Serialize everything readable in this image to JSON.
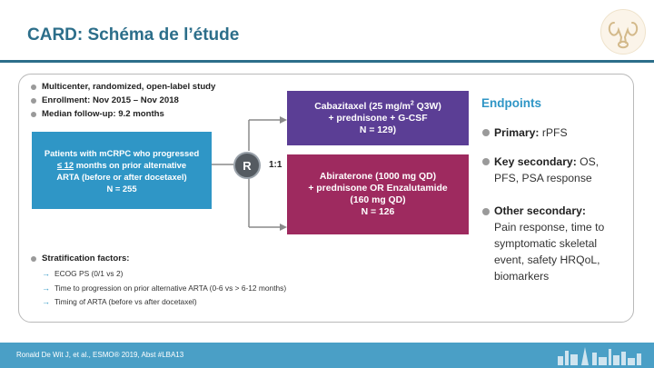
{
  "header": {
    "title": "CARD: Schéma de l’étude"
  },
  "design": {
    "bullets": [
      "Multicenter, randomized, open-label study",
      "Enrollment: Nov 2015 – Nov 2018",
      "Median follow-up: 9.2 months"
    ]
  },
  "population": {
    "line1": "Patients with mCRPC who progressed",
    "line2_prefix": "≤",
    "line2_underlined": " 12",
    "line2_rest": " months on prior alternative",
    "line3": "ARTA (before or after docetaxel)",
    "line4": "N = 255"
  },
  "randomization": {
    "badge": "R",
    "ratio": "1:1"
  },
  "arms": {
    "cabazitaxel": {
      "line1_pre": "Cabazitaxel (25 mg/m",
      "line1_sup": "2",
      "line1_post": " Q3W)",
      "line2": "+ prednisone + G-CSF",
      "line3": "N = 129)"
    },
    "arta": {
      "line1": "Abiraterone (1000 mg QD)",
      "line2": "+ prednisone OR Enzalutamide",
      "line3": "(160 mg QD)",
      "line4": "N = 126"
    }
  },
  "endpoints": {
    "title": "Endpoints",
    "primary_label": "Primary:",
    "primary_value": " rPFS",
    "key_label": "Key secondary:",
    "key_value_1": " OS,",
    "key_value_2": "PFS, PSA response",
    "other_label": "Other secondary:",
    "other_lines": [
      "Pain response, time to",
      "symptomatic skeletal",
      "event, safety HRQoL,",
      "biomarkers"
    ]
  },
  "stratification": {
    "heading": "Stratification factors:",
    "items": [
      "ECOG PS (0/1 vs 2)",
      "Time to progression on prior alternative ARTA (0-6 vs > 6-12 months)",
      "Timing of ARTA (before vs after docetaxel)"
    ]
  },
  "footer": {
    "citation": "Ronald De Wit J, et al., ESMO® 2019, Abst #LBA13"
  },
  "colors": {
    "accent": "#2c6e8a",
    "population_box": "#2f96c6",
    "cabazitaxel_arm": "#5b3e95",
    "arta_arm": "#9e2a5f",
    "footer_bar": "#4a9fc6"
  },
  "icons": {
    "logo": "kidney-bladder-logo-icon",
    "arrow": "right-arrow-icon"
  }
}
